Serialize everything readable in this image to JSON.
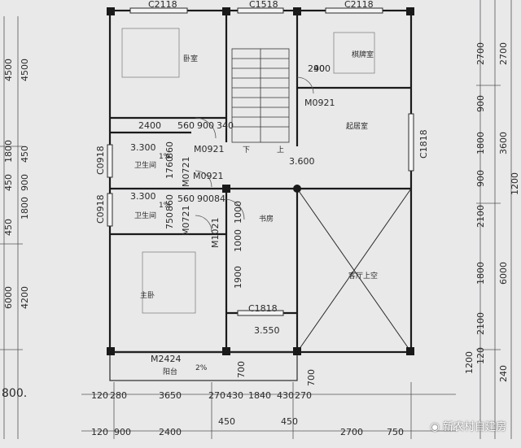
{
  "rooms": {
    "bedroom": "卧室",
    "mahjong_room": "棋牌室",
    "living_room": "起居室",
    "bathroom_1": "卫生间",
    "bathroom_2": "卫生间",
    "study": "书房",
    "master_bedroom": "主卧",
    "hall_void": "客厅上空",
    "balcony": "阳台"
  },
  "stair_labels": {
    "down": "下",
    "up": "上"
  },
  "windows": {
    "w_top_left": "C2118",
    "w_top_mid": "C1518",
    "w_top_right": "C2118",
    "w_right": "C1818",
    "w_bath1": "C0918",
    "w_bath2": "C0918",
    "w_study": "C1818",
    "w_balcony": "M2424"
  },
  "doors": {
    "d1": "M0921",
    "d2": "M0921",
    "d3": "M0921",
    "d4": "M0721",
    "d5": "M0721",
    "d6": "M1021"
  },
  "levels": {
    "l1": "3.600",
    "l2": "3.550"
  },
  "bath_levels": {
    "b1": "3.300",
    "b2": "3.300"
  },
  "slope": {
    "s1": "1%",
    "s2": "1%",
    "s3": "2%"
  },
  "left_outer_dims": [
    "4500",
    "1800",
    "450",
    "450",
    "6000"
  ],
  "left_inner_dims": [
    "4500",
    "450",
    "900",
    "1800",
    "4200"
  ],
  "right_outer_dims": [
    "2700",
    "3600",
    "6000",
    "240"
  ],
  "right_inner_dims": [
    "2700",
    "900",
    "1800",
    "900",
    "2100",
    "1800",
    "2100",
    "120"
  ],
  "right_edge_dims": [
    "1200",
    "1200"
  ],
  "bottom_dims_1": [
    "120",
    "280",
    "3650",
    "270",
    "430",
    "1840",
    "430",
    "270"
  ],
  "bottom_dims_2": [
    "120",
    "900",
    "2400",
    "450",
    "450",
    "2700",
    "750"
  ],
  "interior_dims": [
    "2400",
    "560",
    "900",
    "340",
    "560",
    "900",
    "84",
    "240",
    "900",
    "860",
    "1760",
    "860",
    "750",
    "1000",
    "1900",
    "700",
    "700",
    "1000"
  ],
  "stray_text": "800.",
  "watermark": "新农村自建房"
}
